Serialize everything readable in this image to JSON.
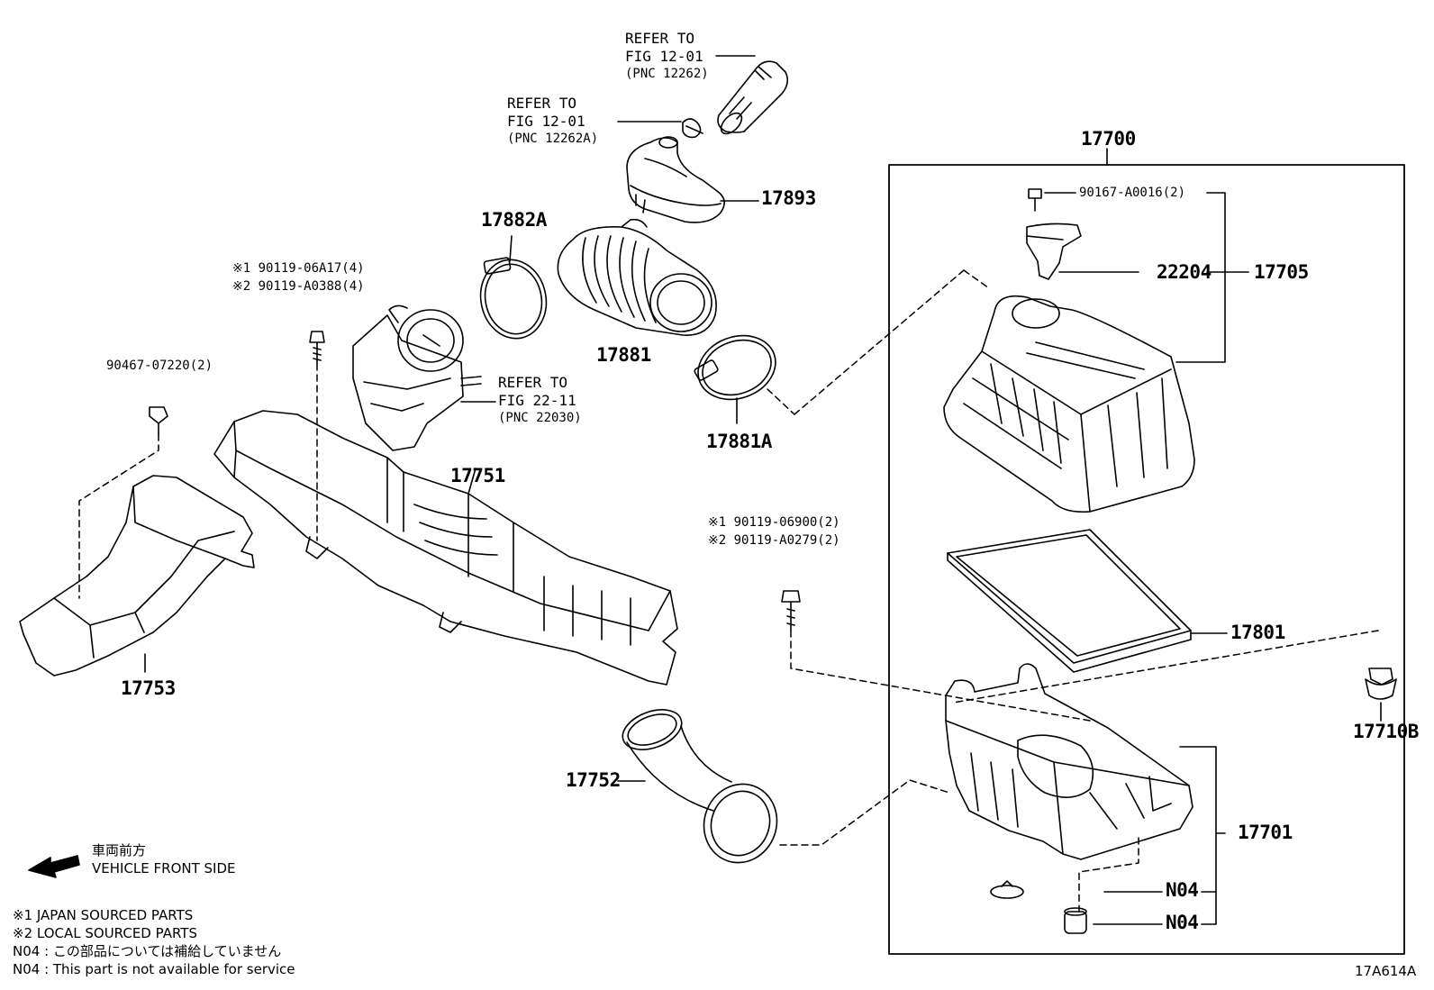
{
  "diagram_id": "17A614A",
  "assembly": {
    "number": "17700"
  },
  "refs": {
    "ref1": {
      "line1": "REFER TO",
      "line2": "FIG 12-01",
      "line3": "(PNC 12262)"
    },
    "ref2": {
      "line1": "REFER TO",
      "line2": "FIG 12-01",
      "line3": "(PNC 12262A)"
    },
    "ref3": {
      "line1": "REFER TO",
      "line2": "FIG 22-11",
      "line3": "(PNC 22030)"
    }
  },
  "bolts": {
    "b1": {
      "line1": "※1 90119-06A17(4)",
      "line2": "※2 90119-A0388(4)"
    },
    "b2": {
      "line1": "90467-07220(2)"
    },
    "b3": {
      "line1": "※1 90119-06900(2)",
      "line2": "※2 90119-A0279(2)"
    },
    "b4": {
      "line1": "90167-A0016(2)"
    }
  },
  "parts": {
    "p17893": "17893",
    "p17882A": "17882A",
    "p17881": "17881",
    "p17881A": "17881A",
    "p17751": "17751",
    "p17753": "17753",
    "p17752": "17752",
    "p22204": "22204",
    "p17705": "17705",
    "p17801": "17801",
    "p17701": "17701",
    "p17710B": "17710B",
    "n04a": "N04",
    "n04b": "N04"
  },
  "front": {
    "jp": "車両前方",
    "en": "VEHICLE FRONT SIDE"
  },
  "notes": {
    "n1": "※1  JAPAN SOURCED PARTS",
    "n2": "※2  LOCAL SOURCED PARTS",
    "n3": "N04 : この部品については補給していません",
    "n4": "N04 : This part is not available for service"
  }
}
